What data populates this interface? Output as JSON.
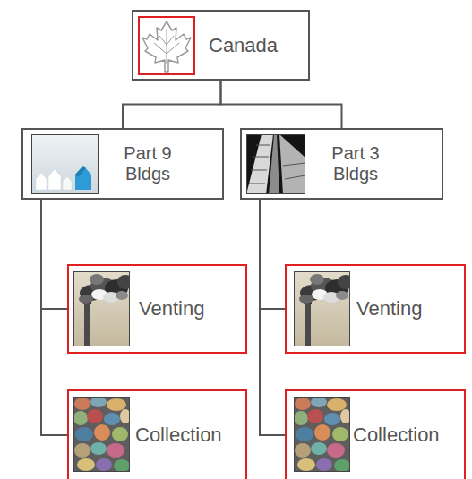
{
  "diagram": {
    "nodes": [
      {
        "text": [
          "Canada"
        ]
      },
      {
        "text": [
          "Part 9 Bldgs"
        ]
      },
      {
        "text": [
          "Part 3 Bldgs"
        ]
      },
      {
        "text": [
          "Venting"
        ]
      },
      {
        "text": [
          "Collection"
        ]
      },
      {
        "text": [
          "Venting"
        ]
      },
      {
        "text": [
          "Collection"
        ]
      }
    ],
    "edges": [
      {
        "from": 0,
        "to": 1,
        "arrow": "none"
      },
      {
        "from": 0,
        "to": 2,
        "arrow": "none"
      },
      {
        "from": 1,
        "to": 3,
        "arrow": "none"
      },
      {
        "from": 1,
        "to": 4,
        "arrow": "none"
      },
      {
        "from": 2,
        "to": 5,
        "arrow": "none"
      },
      {
        "from": 2,
        "to": 6,
        "arrow": "none"
      }
    ]
  }
}
